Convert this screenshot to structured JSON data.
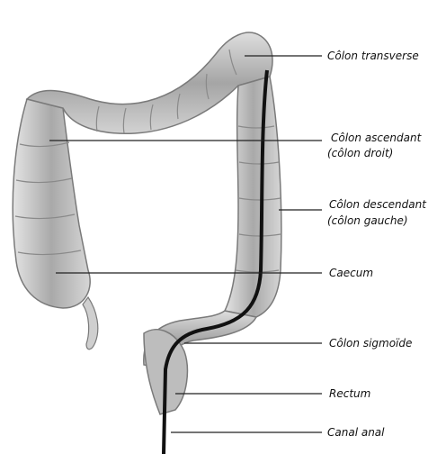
{
  "labels": {
    "colon_transverse": "Côlon transverse",
    "colon_ascendant_1": "Côlon ascendant",
    "colon_ascendant_2": "(côlon droit)",
    "colon_descendant_1": "Côlon descendant",
    "colon_descendant_2": "(côlon gauche)",
    "caecum": "Caecum",
    "colon_sigmoide": "Côlon sigmoïde",
    "rectum": "Rectum",
    "canal_anal": "Canal anal"
  },
  "colors": {
    "colon_fill": "#c9c9c9",
    "colon_dark": "#8a8a8a",
    "endoscope": "#111111",
    "leader": "#222222"
  }
}
